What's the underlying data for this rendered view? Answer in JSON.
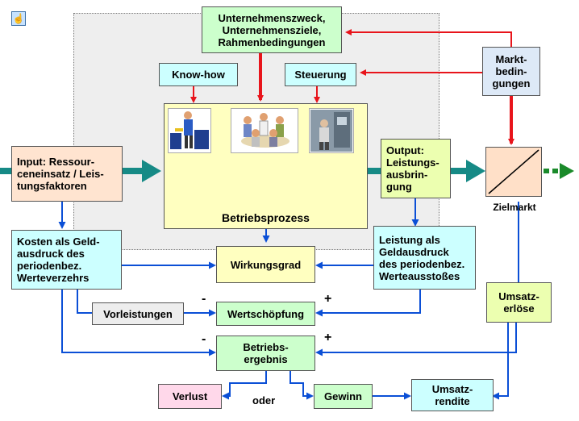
{
  "boxes": {
    "purpose": "Unternehmenszweck,\nUnternehmensziele,\nRahmenbedingungen",
    "knowhow": "Know-how",
    "control": "Steuerung",
    "market_conditions": "Markt-\nbedin-\ngungen",
    "input": "Input: Ressour-\nceneinsatz / Leis-\ntungsfaktoren",
    "output": "Output:\nLeistungs-\nausbrin-\ngung",
    "process": "Betriebsprozess",
    "target_market": "Zielmarkt",
    "costs": "Kosten als Geld-\nausdruck des\nperiodenbez.\nWerteverzehrs",
    "performance": "Leistung als\nGeldausdruck\ndes periodenbez.\nWerteausstoßes",
    "efficiency": "Wirkungsgrad",
    "inputs_purchased": "Vorleistungen",
    "value_added": "Wertschöpfung",
    "sales_revenue": "Umsatz-\nerlöse",
    "operating_result": "Betriebs-\nergebnis",
    "loss": "Verlust",
    "or": "oder",
    "profit": "Gewinn",
    "return_on_sales": "Umsatz-\nrendite"
  },
  "signs": {
    "minus": "-",
    "plus": "+"
  },
  "icons": {
    "hand": "hand-cursor-icon",
    "worker": "worker-machine-icon",
    "team": "team-meeting-icon",
    "machine": "machine-operator-icon"
  },
  "colors": {
    "red_arrow": "#e8141b",
    "blue_arrow": "#0b4fd6",
    "teal_arrow": "#168a86",
    "green_arrow": "#1a8a2a",
    "process_fill": "#ffffc0"
  }
}
